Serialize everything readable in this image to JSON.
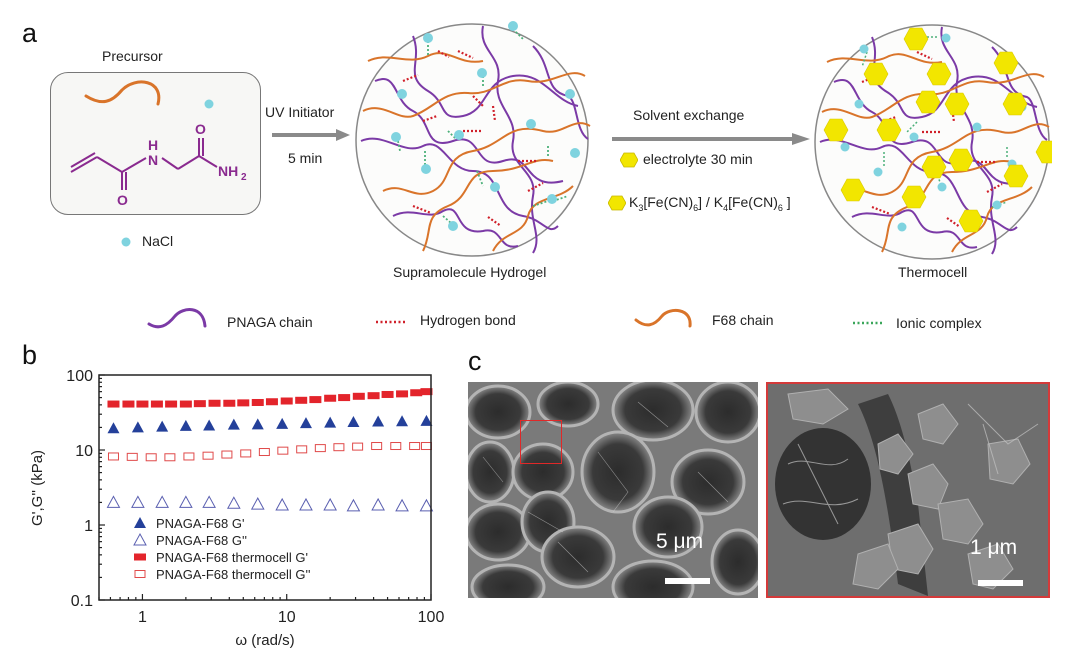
{
  "panels": {
    "a": {
      "letter": "a",
      "precursor": {
        "title": "Precursor",
        "molecule_labels": {
          "h": "H",
          "n": "N",
          "o_top": "O",
          "o_bottom": "O",
          "nh2": "NH",
          "nh2_sub": "2"
        },
        "nacl_label": "NaCl"
      },
      "step1": {
        "top": "UV Initiator",
        "bottom": "5 min"
      },
      "hydrogel_label": "Supramolecule  Hydrogel",
      "step2": {
        "top": "Solvent  exchange",
        "electrolyte": "electrolyte  30 min",
        "redox_couple": {
          "k3": "K",
          "k3_sub": "3",
          "fe1": "[Fe(CN)",
          "fe1_sub": "6",
          "sep": "] / K",
          "k4_sub": "4",
          "fe2": "[Fe(CN)",
          "fe2_sub": "6",
          "end": " ]"
        }
      },
      "thermocell_label": "Thermocell",
      "legend": [
        {
          "label": "PNAGA chain",
          "symbol": "purple-curve",
          "color": "#7b3aa6"
        },
        {
          "label": "Hydrogen  bond",
          "symbol": "red-dots",
          "color": "#d0202a"
        },
        {
          "label": "F68 chain",
          "symbol": "orange-curve",
          "color": "#d9742a"
        },
        {
          "label": "Ionic complex",
          "symbol": "green-dots",
          "color": "#3aa65a"
        }
      ],
      "colors": {
        "pnaga": "#7b3aa6",
        "f68": "#d9742a",
        "hbond": "#d0202a",
        "ionic": "#4cb07a",
        "nacl": "#7fd3df",
        "electrolyte": "#f2e600",
        "molecule": "#8a2a8f"
      }
    },
    "b": {
      "letter": "b"
    },
    "c": {
      "letter": "c",
      "left_scale": "5 μm",
      "right_scale": "1 μm",
      "inset_border_color": "#d43a3a"
    }
  },
  "chart_data": {
    "type": "scatter",
    "title": "",
    "xlabel": "ω (rad/s)",
    "ylabel": "G',G'' (kPa)",
    "xscale": "log",
    "yscale": "log",
    "xlim": [
      0.5,
      100
    ],
    "ylim": [
      0.1,
      100
    ],
    "xticks": [
      "1",
      "10",
      "100"
    ],
    "yticks": [
      "0.1",
      "1",
      "10",
      "100"
    ],
    "grid": false,
    "legend_position": "lower left",
    "series": [
      {
        "name": "PNAGA-F68 G'",
        "marker": "filled-triangle",
        "color": "#24409a",
        "x": [
          0.63,
          0.93,
          1.37,
          2.0,
          2.9,
          4.3,
          6.3,
          9.3,
          13.6,
          20,
          29,
          43,
          63,
          93
        ],
        "values": [
          19.5,
          20,
          20.5,
          21,
          21.2,
          21.8,
          22,
          22.3,
          22.8,
          23.2,
          23.6,
          24,
          24.2,
          24.5
        ]
      },
      {
        "name": "PNAGA-F68 G''",
        "marker": "open-triangle",
        "color": "#5a5fb0",
        "x": [
          0.63,
          0.93,
          1.37,
          2.0,
          2.9,
          4.3,
          6.3,
          9.3,
          13.6,
          20,
          29,
          43,
          63,
          93
        ],
        "values": [
          2.0,
          2.0,
          2.0,
          2.0,
          2.0,
          1.95,
          1.9,
          1.85,
          1.85,
          1.85,
          1.8,
          1.85,
          1.8,
          1.8
        ]
      },
      {
        "name": "PNAGA-F68 thermocell G'",
        "marker": "filled-square",
        "color": "#e3242b",
        "x": [
          0.63,
          0.8,
          1.0,
          1.26,
          1.58,
          2.0,
          2.5,
          3.16,
          4.0,
          5.0,
          6.3,
          7.9,
          10,
          12.6,
          15.8,
          20,
          25,
          31.6,
          40,
          50,
          63,
          79,
          93
        ],
        "values": [
          41,
          41,
          41,
          41,
          41,
          41,
          41.5,
          42,
          42,
          42.5,
          43,
          44,
          45,
          46,
          47,
          49,
          50,
          52,
          53,
          55,
          56,
          58,
          60
        ]
      },
      {
        "name": "PNAGA-F68 thermocell G''",
        "marker": "open-square",
        "color": "#e04a4a",
        "x": [
          0.63,
          0.85,
          1.15,
          1.55,
          2.1,
          2.85,
          3.85,
          5.2,
          7.0,
          9.4,
          12.7,
          17.1,
          23,
          31,
          42,
          57,
          77,
          93
        ],
        "values": [
          8.2,
          8.1,
          8.0,
          8.0,
          8.2,
          8.4,
          8.7,
          9.0,
          9.4,
          9.8,
          10.2,
          10.6,
          10.9,
          11.1,
          11.3,
          11.3,
          11.3,
          11.3
        ]
      }
    ]
  }
}
